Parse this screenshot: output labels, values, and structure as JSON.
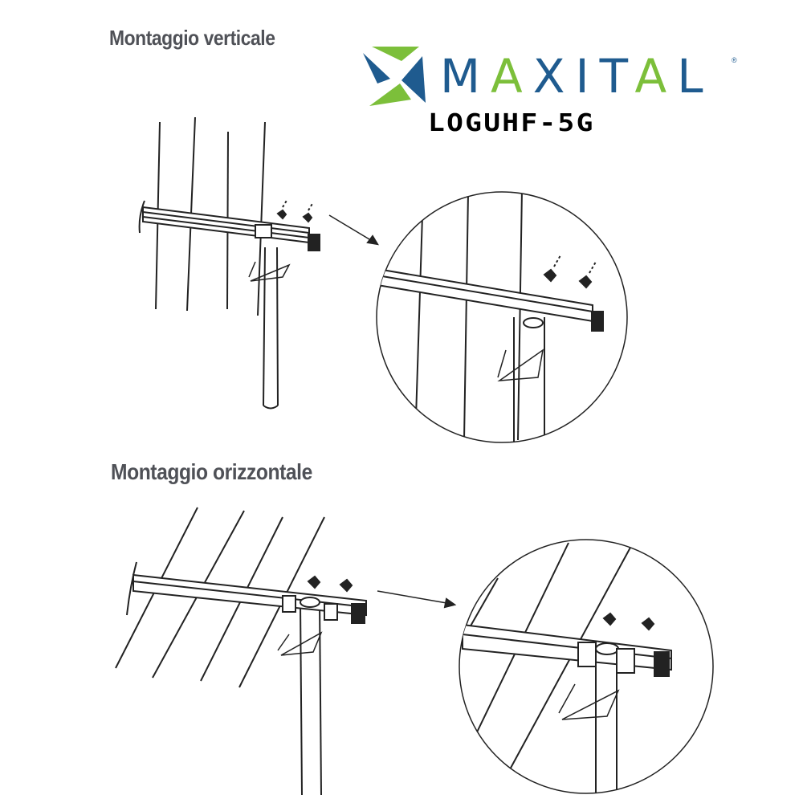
{
  "document": {
    "sections": [
      {
        "heading": "Montaggio verticale"
      },
      {
        "heading": "Montaggio orizzontale"
      }
    ]
  },
  "brand": {
    "name_parts": [
      "M",
      "A",
      "XIT",
      "A",
      "L"
    ],
    "registered_mark": "®",
    "model": "LOGUHF-5G",
    "colors": {
      "blue": "#1f5b8f",
      "green": "#7cbf3a",
      "heading_gray": "#4f5157"
    }
  },
  "illustrations": [
    {
      "id": "vertical-overview",
      "description": "antenna with vertical elements mounted on mast"
    },
    {
      "id": "vertical-detail",
      "description": "circular zoom of mast clamp with wing nuts"
    },
    {
      "id": "horizontal-overview",
      "description": "antenna with diagonal/horizontal elements mounted on mast"
    },
    {
      "id": "horizontal-detail",
      "description": "circular zoom of mast clamp with wing nuts"
    }
  ]
}
